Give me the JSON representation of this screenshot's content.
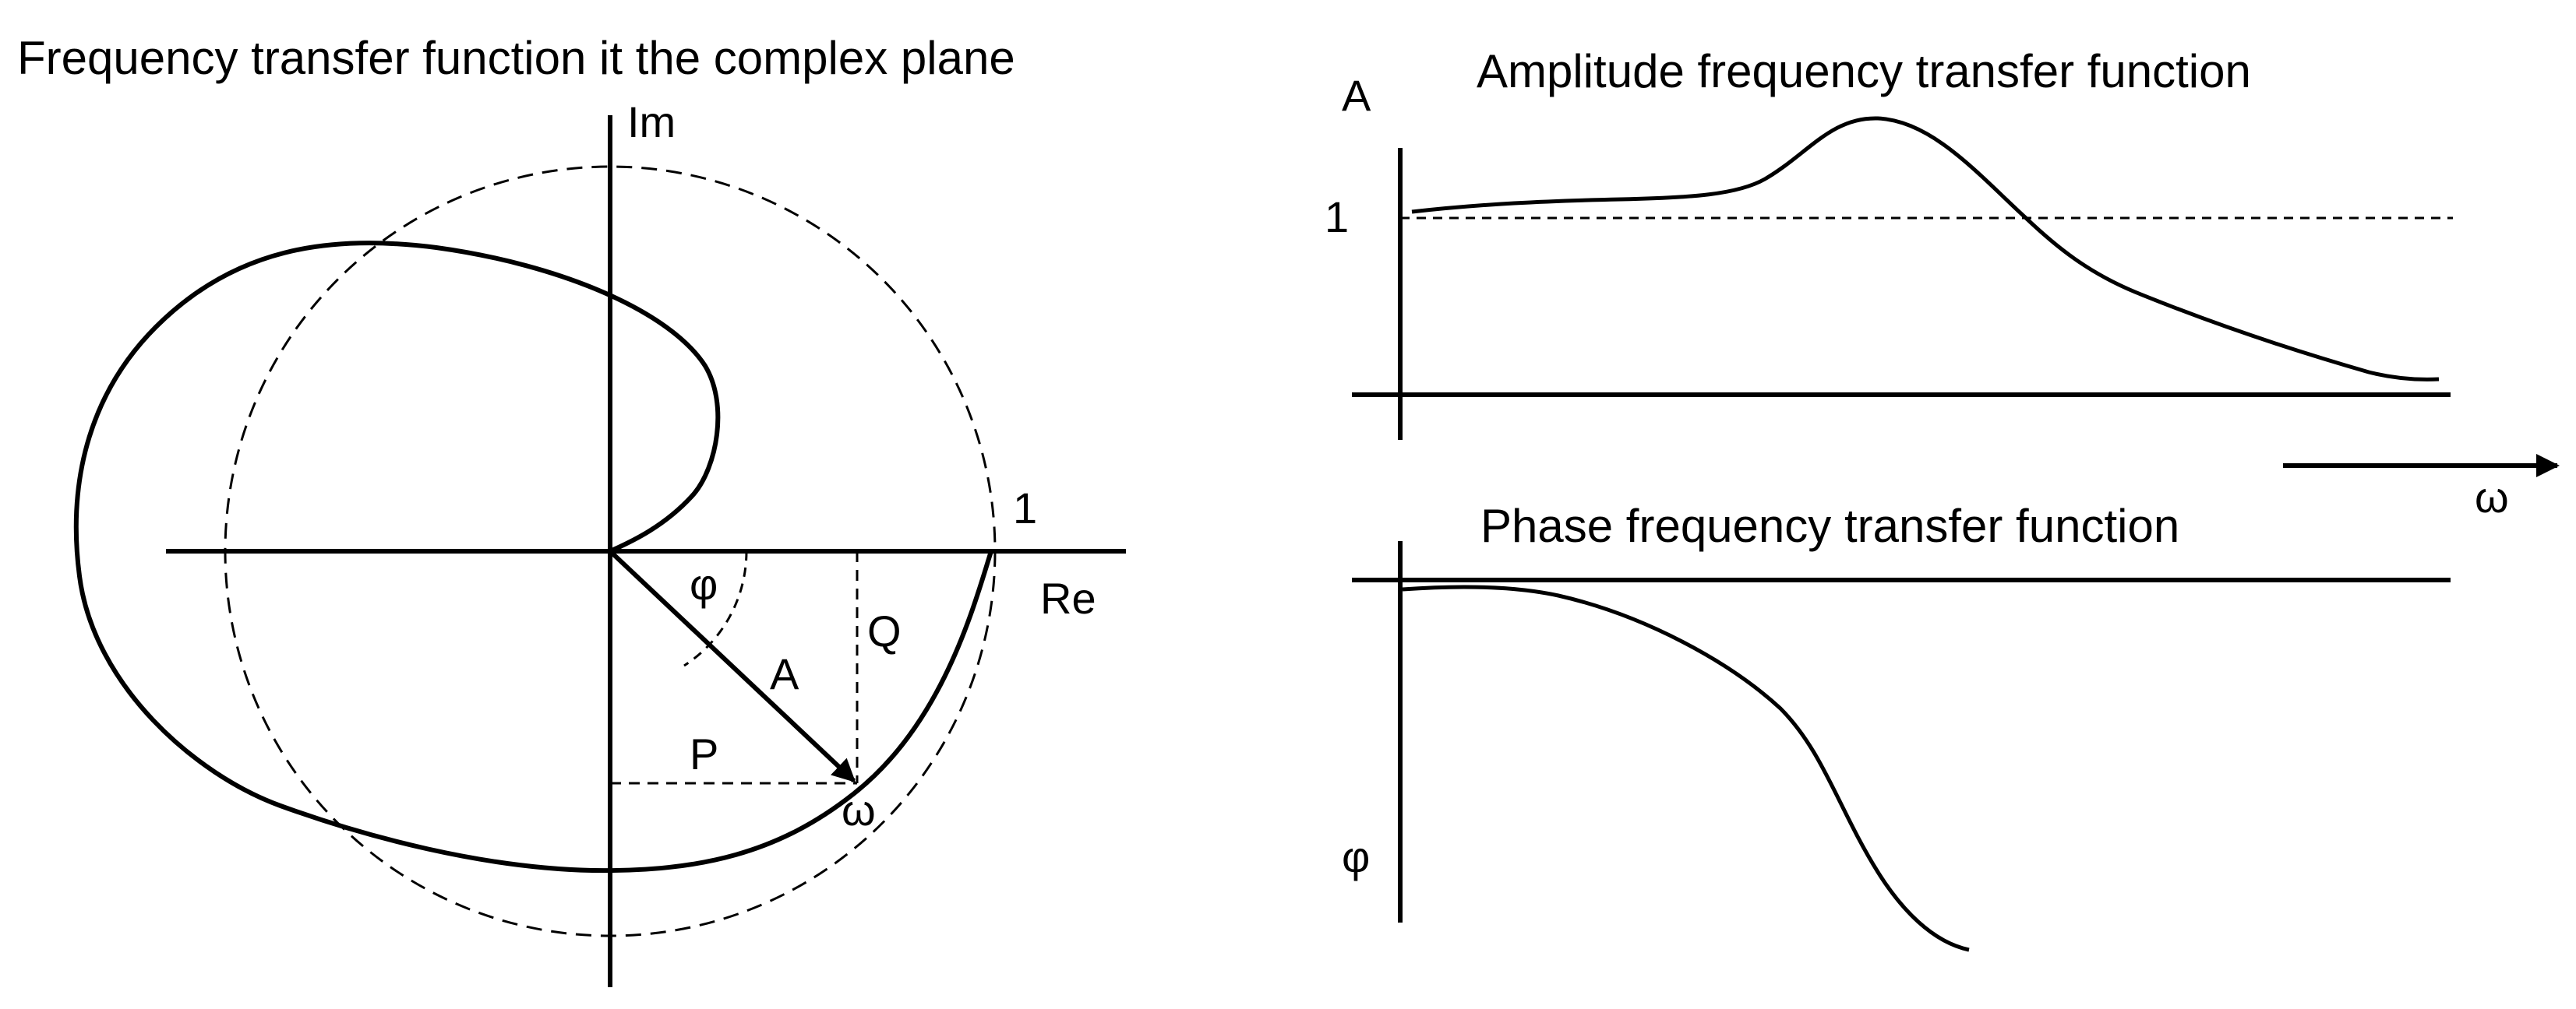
{
  "complex_plane": {
    "title": "Frequency transfer function it the complex plane",
    "axis_im_label": "Im",
    "axis_re_label": "Re",
    "unit_label": "1",
    "phi_label": "φ",
    "a_label": "A",
    "q_label": "Q",
    "p_label": "P",
    "omega_label": "ω"
  },
  "amplitude_plot": {
    "title": "Amplitude frequency transfer function",
    "y_label": "A",
    "one_label": "1"
  },
  "phase_plot": {
    "title": "Phase frequency transfer function",
    "y_label": "φ"
  },
  "shared": {
    "omega_axis_label": "ω"
  },
  "colors": {
    "ink": "#000000",
    "background": "#ffffff"
  }
}
